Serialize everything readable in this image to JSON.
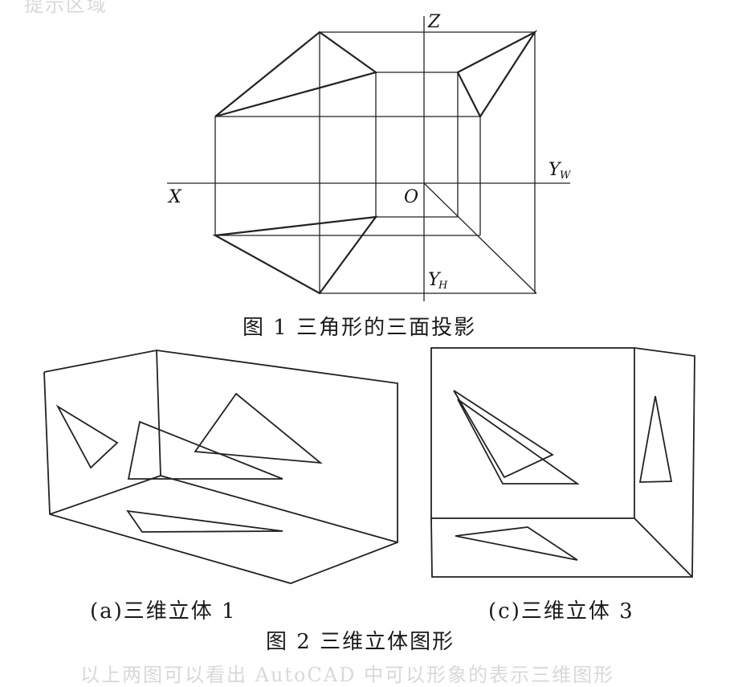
{
  "header_bleed": "提示区域",
  "footer_bleed": "以上两图可以看出 AutoCAD 中可以形象的表示三维图形",
  "figure1": {
    "caption": "图 1 三角形的三面投影",
    "axis_labels": {
      "z": "Z",
      "x": "X",
      "origin": "O",
      "yw": "Y",
      "yw_sub": "W",
      "yh": "Y",
      "yh_sub": "H"
    }
  },
  "figure2": {
    "caption": "图 2 三维立体图形",
    "sub_a": "(a)三维立体 1",
    "sub_c": "(c)三维立体 3"
  }
}
